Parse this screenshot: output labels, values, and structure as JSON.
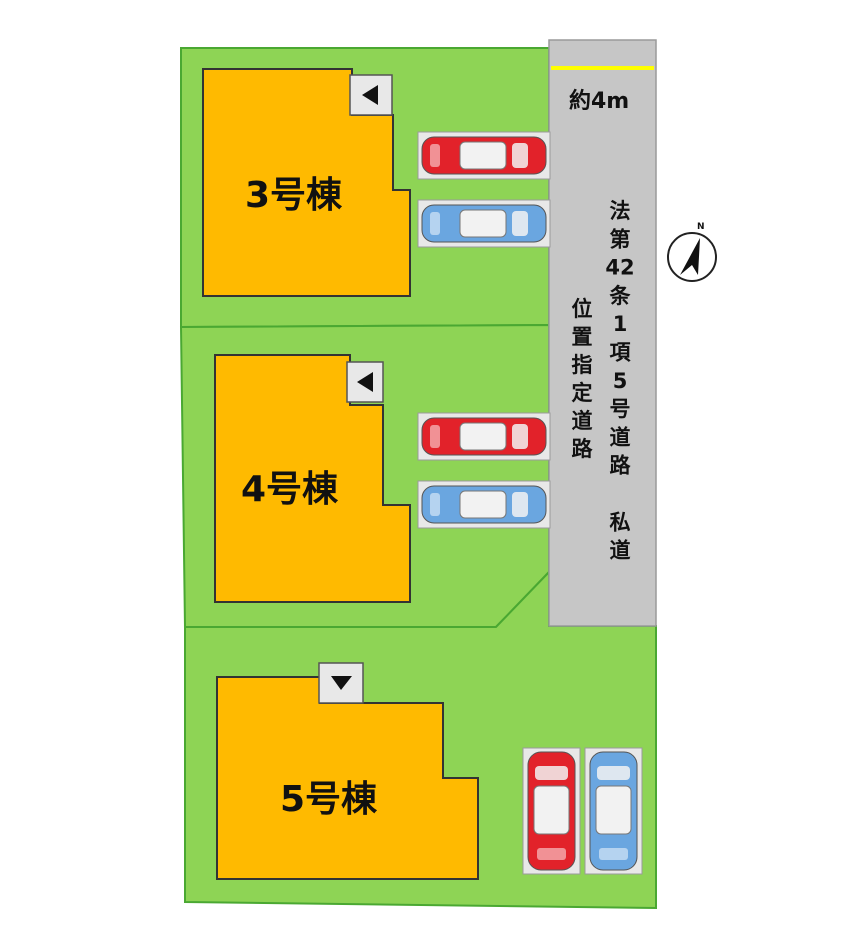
{
  "buildings": [
    {
      "id": "3",
      "label": "3号棟",
      "entrance": "left"
    },
    {
      "id": "4",
      "label": "4号棟",
      "entrance": "left"
    },
    {
      "id": "5",
      "label": "5号棟",
      "entrance": "down"
    }
  ],
  "road": {
    "width_label": "約4m",
    "type_lines": [
      "法",
      "第",
      "42",
      "条",
      "1",
      "項",
      "5",
      "号",
      "道",
      "路",
      "",
      "私",
      "道"
    ],
    "designation_lines": [
      "位",
      "置",
      "指",
      "定",
      "道",
      "路"
    ]
  },
  "compass": {
    "north_label": "N"
  },
  "parking": {
    "lot_3": [
      "red",
      "blue"
    ],
    "lot_4": [
      "red",
      "blue"
    ],
    "lot_5": [
      "red",
      "blue"
    ]
  },
  "colors": {
    "lot": "#8ed455",
    "lot_border": "#4aa832",
    "building": "#ffba00",
    "road": "#c6c6c6",
    "road_edge": "#ffff00",
    "car_red": "#e2222a",
    "car_blue": "#6aa6e0"
  }
}
